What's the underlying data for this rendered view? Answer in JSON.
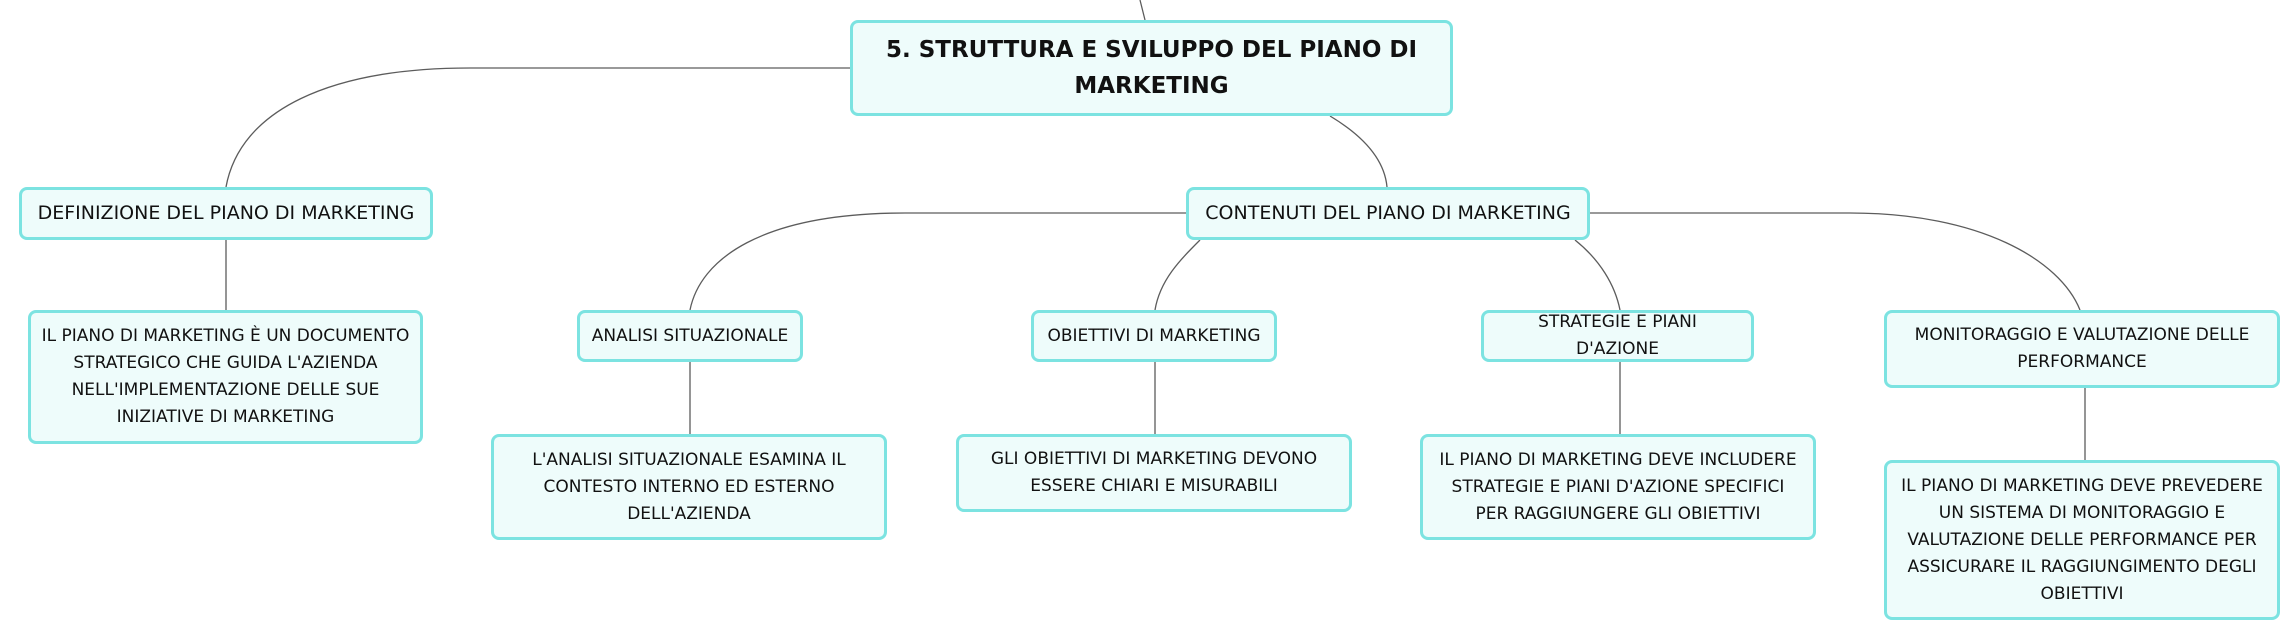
{
  "root": {
    "label": "5. STRUTTURA E SVILUPPO DEL PIANO DI MARKETING"
  },
  "definizione": {
    "label": "DEFINIZIONE DEL PIANO DI MARKETING",
    "note": "IL PIANO DI MARKETING È UN DOCUMENTO STRATEGICO CHE GUIDA L'AZIENDA NELL'IMPLEMENTAZIONE DELLE SUE INIZIATIVE DI MARKETING"
  },
  "contenuti": {
    "label": "CONTENUTI DEL PIANO DI MARKETING",
    "children": [
      {
        "label": "ANALISI SITUAZIONALE",
        "note": "L'ANALISI SITUAZIONALE ESAMINA IL CONTESTO INTERNO ED ESTERNO DELL'AZIENDA"
      },
      {
        "label": "OBIETTIVI DI MARKETING",
        "note": "GLI OBIETTIVI DI MARKETING DEVONO ESSERE CHIARI E MISURABILI"
      },
      {
        "label": "STRATEGIE E PIANI D'AZIONE",
        "note": "IL PIANO DI MARKETING DEVE INCLUDERE STRATEGIE E PIANI D'AZIONE SPECIFICI PER RAGGIUNGERE GLI OBIETTIVI"
      },
      {
        "label": "MONITORAGGIO E VALUTAZIONE DELLE PERFORMANCE",
        "note": "IL PIANO DI MARKETING DEVE PREVEDERE UN SISTEMA DI MONITORAGGIO E VALUTAZIONE DELLE PERFORMANCE PER ASSICURARE IL RAGGIUNGIMENTO DEGLI OBIETTIVI"
      }
    ]
  },
  "colors": {
    "border": "#7ce3e1",
    "fill": "#eefcfb",
    "line": "#5c5c5c"
  }
}
